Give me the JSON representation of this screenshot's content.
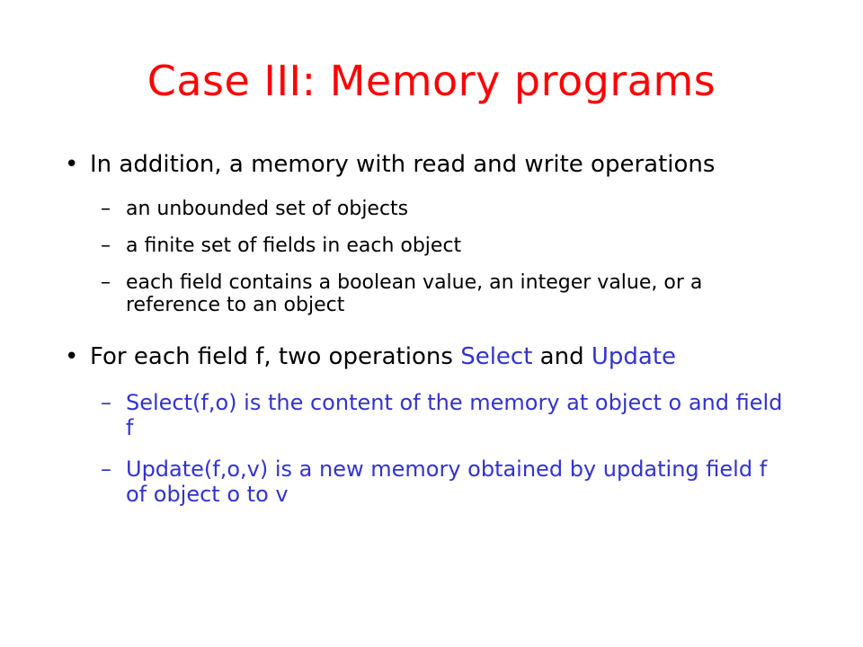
{
  "slide": {
    "title": "Case III: Memory programs",
    "bullet_1": {
      "marker": "•",
      "text": "In addition, a memory with read and write operations",
      "subs": [
        "an unbounded set of objects",
        "a finite set of fields in each object",
        "each field contains a boolean value, an integer value, or a reference to an object"
      ]
    },
    "bullet_2": {
      "marker": "•",
      "text_a": "For each field f, two operations ",
      "select": "Select",
      "text_b": " and ",
      "update": "Update",
      "subs": [
        "Select(f,o) is the content of the memory at object o and field f",
        "Update(f,o,v) is a new memory obtained by updating field f of object o to v"
      ]
    },
    "dash": "–",
    "colors": {
      "title": "#ff0000",
      "accent": "#3333cc",
      "text": "#000000",
      "background": "#ffffff"
    }
  }
}
